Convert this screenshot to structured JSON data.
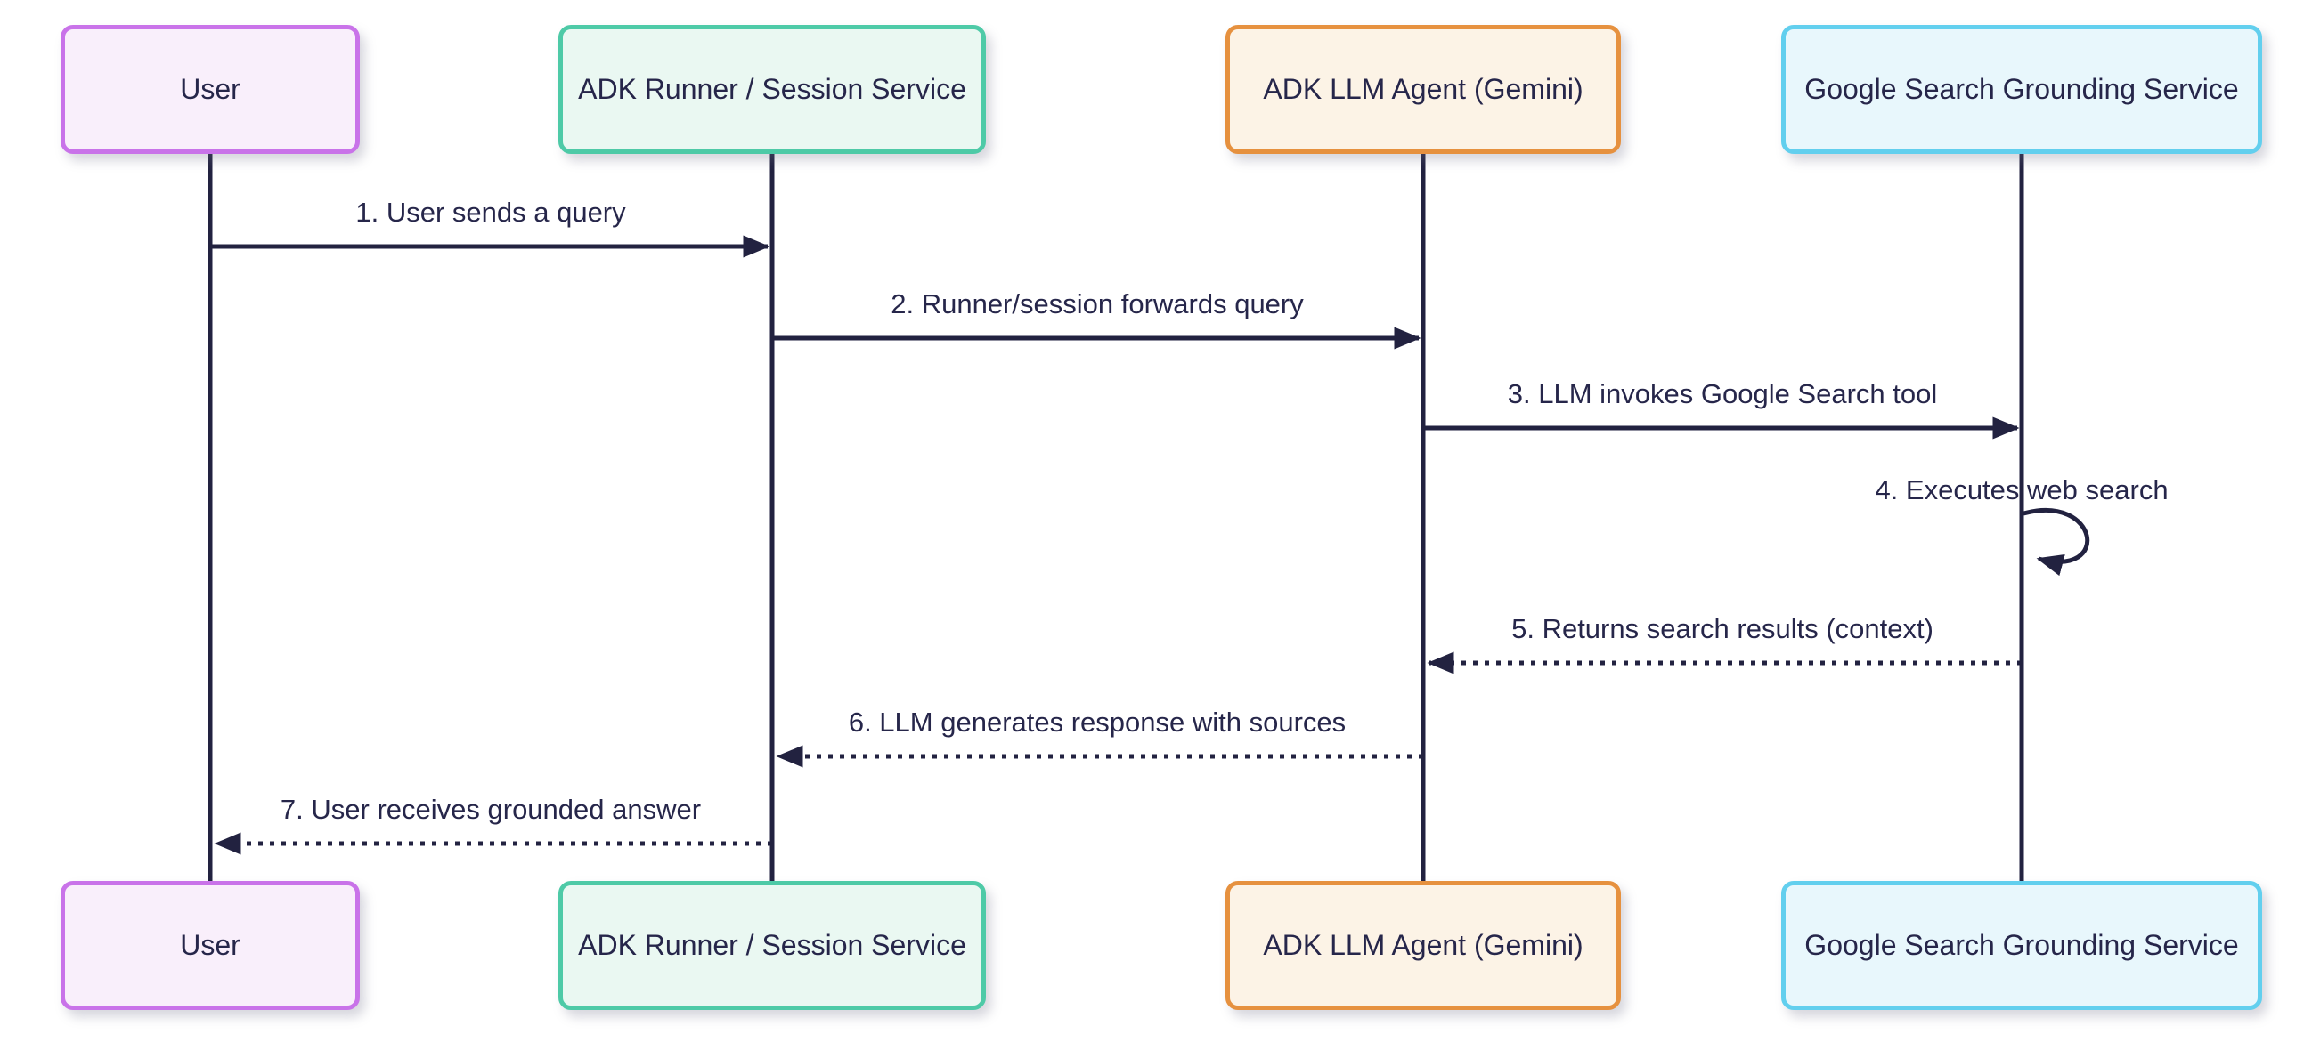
{
  "diagram": {
    "type": "sequence",
    "participants": [
      {
        "id": "user",
        "label": "User",
        "fill": "#f9effb",
        "border": "#c973e9"
      },
      {
        "id": "runner",
        "label": "ADK Runner / Session Service",
        "fill": "#eaf8f2",
        "border": "#4ecaa7"
      },
      {
        "id": "agent",
        "label": "ADK LLM Agent (Gemini)",
        "fill": "#fcf3e6",
        "border": "#e6913f"
      },
      {
        "id": "google",
        "label": "Google Search Grounding Service",
        "fill": "#e8f7fc",
        "border": "#62cfee"
      }
    ],
    "messages": [
      {
        "order": 1,
        "from": "User",
        "to": "ADK Runner / Session Service",
        "text": "1. User sends a query",
        "line": "solid"
      },
      {
        "order": 2,
        "from": "ADK Runner / Session Service",
        "to": "ADK LLM Agent (Gemini)",
        "text": "2. Runner/session forwards query",
        "line": "solid"
      },
      {
        "order": 3,
        "from": "ADK LLM Agent (Gemini)",
        "to": "Google Search Grounding Service",
        "text": "3. LLM invokes Google Search tool",
        "line": "solid"
      },
      {
        "order": 4,
        "from": "Google Search Grounding Service",
        "to": "Google Search Grounding Service",
        "text": "4. Executes web search",
        "line": "solid-self"
      },
      {
        "order": 5,
        "from": "Google Search Grounding Service",
        "to": "ADK LLM Agent (Gemini)",
        "text": "5. Returns search results (context)",
        "line": "dotted"
      },
      {
        "order": 6,
        "from": "ADK LLM Agent (Gemini)",
        "to": "ADK Runner / Session Service",
        "text": "6. LLM generates response with sources",
        "line": "dotted"
      },
      {
        "order": 7,
        "from": "ADK Runner / Session Service",
        "to": "User",
        "text": "7. User receives grounded answer",
        "line": "dotted"
      }
    ],
    "colors": {
      "background": "#ffffff",
      "line": "#222240",
      "text": "#26264a"
    }
  }
}
